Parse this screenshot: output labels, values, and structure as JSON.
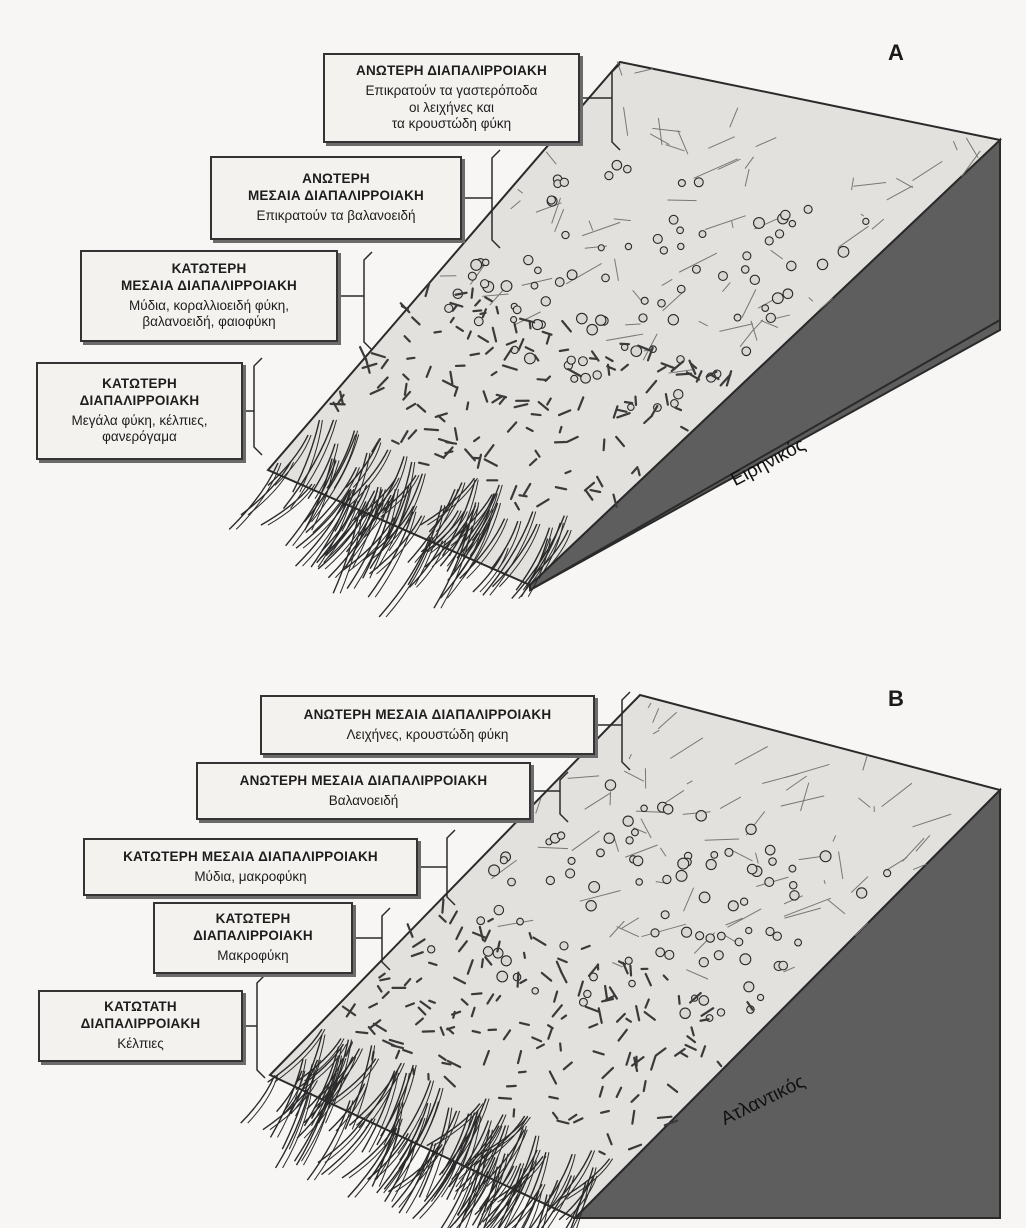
{
  "panel_a": {
    "letter": "A",
    "ocean": "Ειρηνικός",
    "zones": [
      {
        "title": "ΑΝΩΤΕΡΗ ΔΙΑΠΑΛΙΡΡΟΙΑΚΗ",
        "desc": "Επικρατούν τα γαστερόποδα\nοι λειχήνες και\nτα κρουστώδη φύκη"
      },
      {
        "title": "ΑΝΩΤΕΡΗ\nΜΕΣΑΙΑ ΔΙΑΠΑΛΙΡΡΟΙΑΚΗ",
        "desc": "Επικρατούν τα βαλανοειδή"
      },
      {
        "title": "ΚΑΤΩΤΕΡΗ\nΜΕΣΑΙΑ ΔΙΑΠΑΛΙΡΡΟΙΑΚΗ",
        "desc": "Μύδια, κοραλλιοειδή φύκη,\nβαλανοειδή, φαιοφύκη"
      },
      {
        "title": "ΚΑΤΩΤΕΡΗ\nΔΙΑΠΑΛΙΡΡΟΙΑΚΗ",
        "desc": "Μεγάλα φύκη, κέλπιες,\nφανερόγαμα"
      }
    ]
  },
  "panel_b": {
    "letter": "B",
    "ocean": "Ατλαντικός",
    "zones": [
      {
        "title": "ΑΝΩΤΕΡΗ ΜΕΣΑΙΑ ΔΙΑΠΑΛΙΡΡΟΙΑΚΗ",
        "desc": "Λειχήνες, κρουστώδη φύκη"
      },
      {
        "title": "ΑΝΩΤΕΡΗ ΜΕΣΑΙΑ ΔΙΑΠΑΛΙΡΡΟΙΑΚΗ",
        "desc": "Βαλανοειδή"
      },
      {
        "title": "ΚΑΤΩΤΕΡΗ ΜΕΣΑΙΑ ΔΙΑΠΑΛΙΡΡΟΙΑΚΗ",
        "desc": "Μύδια, μακροφύκη"
      },
      {
        "title": "ΚΑΤΩΤΕΡΗ\nΔΙΑΠΑΛΙΡΡΟΙΑΚΗ",
        "desc": "Μακροφύκη"
      },
      {
        "title": "ΚΑΤΩΤΑΤΗ\nΔΙΑΠΑΛΙΡΡΟΙΑΚΗ",
        "desc": "Κέλπιες"
      }
    ]
  },
  "colors": {
    "rock_side": "#5e5e5e",
    "rock_top": "#e2e1dd",
    "ink": "#2a2a2a",
    "box_border": "#333333"
  }
}
